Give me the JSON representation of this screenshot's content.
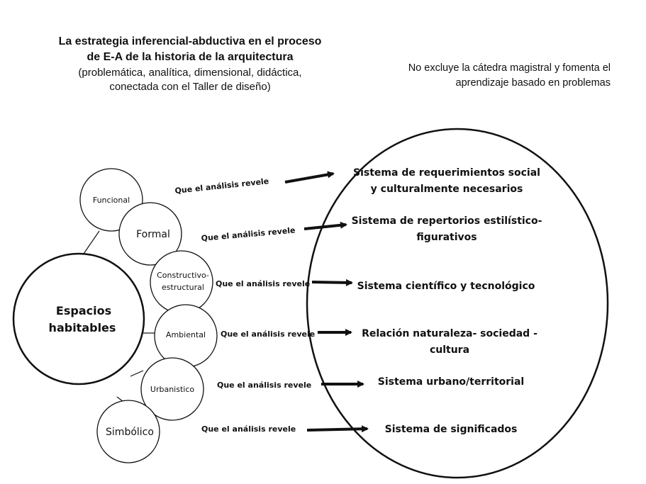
{
  "header": {
    "title": "La estrategia inferencial-abductiva en el proceso de E-A de la historia de la arquitectura",
    "subtitle": "(problemática, analítica, dimensional, didáctica, conectada con el Taller de diseño)"
  },
  "note": "No excluye la cátedra magistral y fomenta el aprendizaje basado en problemas",
  "central": {
    "label_line1": "Espacios",
    "label_line2": "habitables"
  },
  "dimensions": [
    {
      "id": "funcional",
      "label": "Funcional"
    },
    {
      "id": "formal",
      "label": "Formal"
    },
    {
      "id": "constructivo",
      "label_line1": "Constructivo-",
      "label_line2": "estructural"
    },
    {
      "id": "ambiental",
      "label": "Ambiental"
    },
    {
      "id": "urbanistico",
      "label": "Urbanistico"
    },
    {
      "id": "simbolico",
      "label": "Simbólico"
    }
  ],
  "relation_label": "Que el análisis revele",
  "results": [
    {
      "line1": "Sistema de requerimientos social",
      "line2": "y culturalmente necesarios"
    },
    {
      "line1": "Sistema de repertorios estilístico-",
      "line2": "figurativos"
    },
    {
      "line1": "Sistema científico y tecnológico"
    },
    {
      "line1": "Relación naturaleza- sociedad -",
      "line2": "cultura"
    },
    {
      "line1": "Sistema urbano/territorial"
    },
    {
      "line1": "Sistema de significados"
    }
  ],
  "colors": {
    "stroke": "#111111",
    "background": "#ffffff"
  }
}
